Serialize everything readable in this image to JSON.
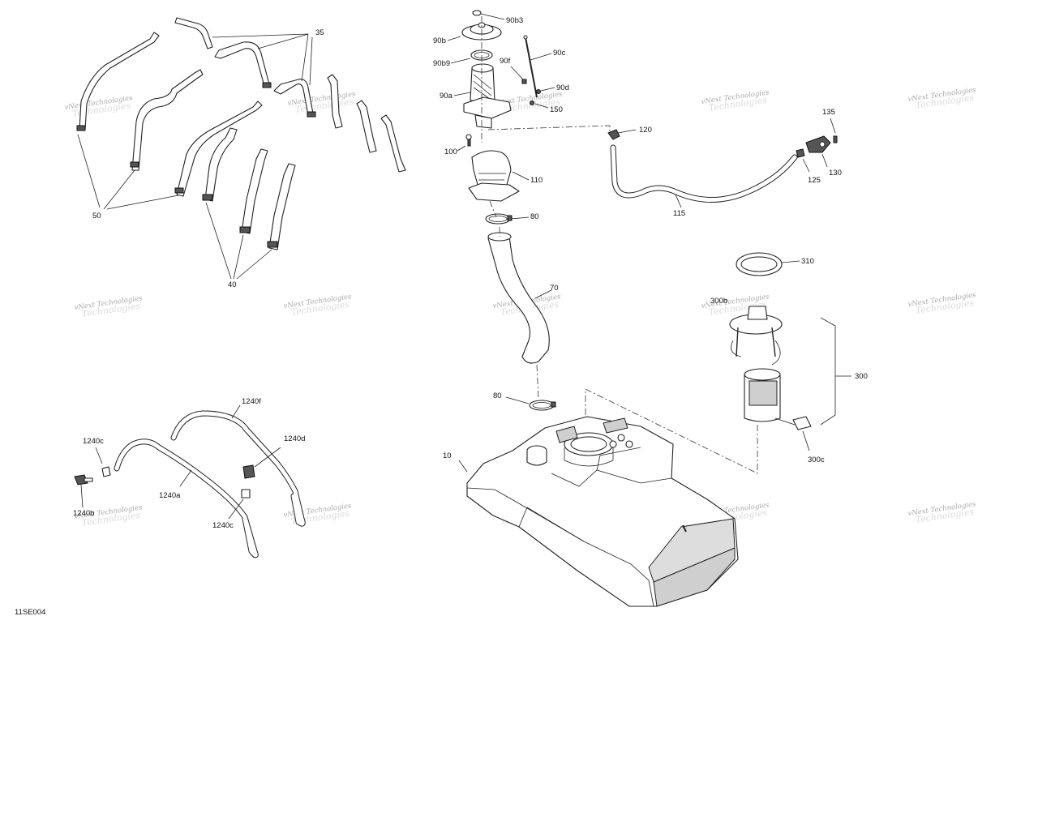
{
  "diagram_id": "11SE004",
  "watermark": {
    "line1": "vNext Technologies",
    "line2": "Technologies"
  },
  "callouts": {
    "c35": "35",
    "c50": "50",
    "c40": "40",
    "c90b3": "90b3",
    "c90b": "90b",
    "c90c": "90c",
    "c90b9": "90b9",
    "c90f": "90f",
    "c90d": "90d",
    "c90a": "90a",
    "c150": "150",
    "c120": "120",
    "c100": "100",
    "c135": "135",
    "c110": "110",
    "c130": "130",
    "c125": "125",
    "c80a": "80",
    "c115": "115",
    "c310": "310",
    "c70": "70",
    "c300b": "300b",
    "c300": "300",
    "c80b": "80",
    "c1240f": "1240f",
    "c1240c_top": "1240c",
    "c1240d": "1240d",
    "c10": "10",
    "c300c": "300c",
    "c1240a": "1240a",
    "c1240b": "1240b",
    "c1240c_bottom": "1240c"
  },
  "colors": {
    "line": "#222222",
    "shade": "#cfcfcf",
    "watermark": "#9a9a9a"
  }
}
